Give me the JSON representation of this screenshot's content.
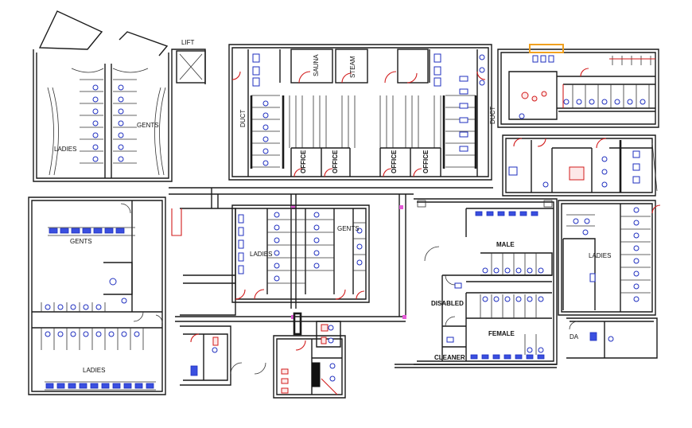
{
  "labels": {
    "lift": "LIFT",
    "gents_top": "GENTS",
    "ladies_top": "LADIES",
    "duct_left": "DUCT",
    "sauna": "SAUNA",
    "steam": "STEAM",
    "duct_right": "DUCT",
    "office_1": "OFFICE",
    "office_2": "OFFICE",
    "office_3": "OFFICE",
    "office_4": "OFFICE",
    "gents_left": "GENTS",
    "ladies_left": "LADIES",
    "ladies_mid": "LADIES",
    "gents_mid": "GENTS",
    "male": "MALE",
    "female": "FEMALE",
    "disabled": "DISABLED",
    "cleaner": "CLEANER",
    "ladies_right": "LADIES",
    "da": "DA"
  },
  "colors": {
    "walls": "#1a1a1a",
    "fixtures": "#1f2fbf",
    "doors": "#d21b1b",
    "markers": "#e35ad6",
    "accent": "#f0a020"
  }
}
